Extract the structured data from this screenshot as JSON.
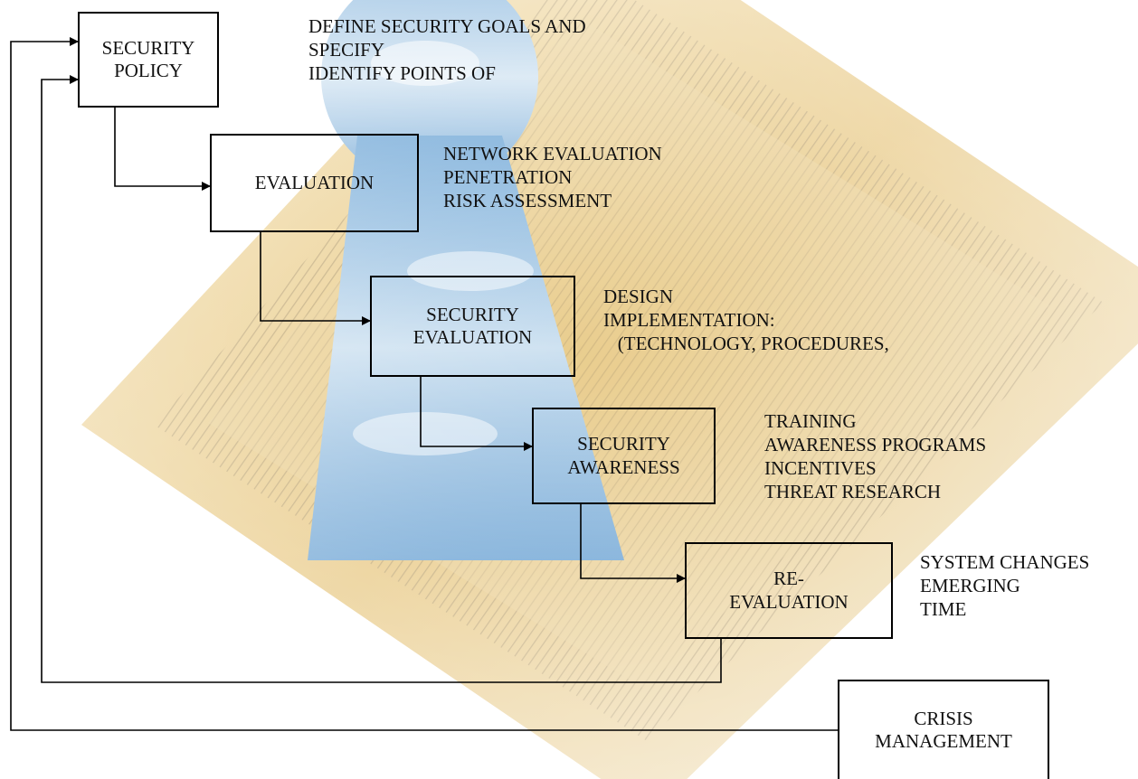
{
  "colors": {
    "accent": "#e3b44a",
    "sky": "#7fb4df",
    "frame": "#b89a5e",
    "line": "#000000"
  },
  "stages": {
    "policy": {
      "label": "SECURITY\nPOLICY",
      "notes": [
        "DEFINE SECURITY GOALS AND",
        "SPECIFY",
        "IDENTIFY POINTS OF"
      ]
    },
    "evaluation": {
      "label": "EVALUATION",
      "notes": [
        "NETWORK EVALUATION",
        "PENETRATION",
        "RISK ASSESSMENT"
      ]
    },
    "security_evaluation": {
      "label": "SECURITY\nEVALUATION",
      "notes": [
        "DESIGN",
        "IMPLEMENTATION:",
        "   (TECHNOLOGY, PROCEDURES,"
      ]
    },
    "awareness": {
      "label": "SECURITY\nAWARENESS",
      "notes": [
        "TRAINING",
        "AWARENESS PROGRAMS",
        "INCENTIVES",
        "THREAT RESEARCH"
      ]
    },
    "reevaluation": {
      "label": "RE-\nEVALUATION",
      "notes": [
        "SYSTEM CHANGES",
        "EMERGING",
        "TIME"
      ]
    },
    "crisis": {
      "label": "CRISIS\nMANAGEMENT",
      "notes": []
    }
  }
}
